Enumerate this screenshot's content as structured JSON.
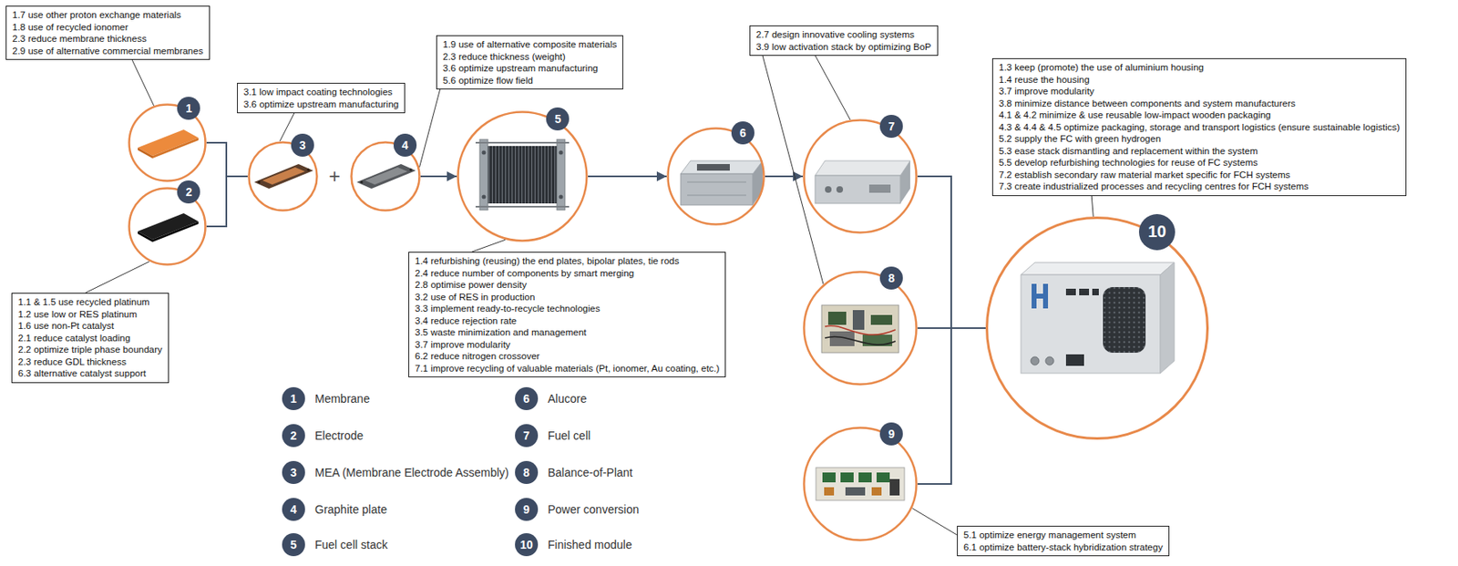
{
  "diagram": {
    "nodes": [
      {
        "text": [
          "1.7 use other proton exchange materials",
          "1.8 use of recycled ionomer",
          "2.3 reduce membrane thickness",
          "2.9 use of alternative commercial membranes"
        ]
      },
      {
        "text": [
          "1"
        ]
      },
      {
        "text": [
          "2"
        ]
      },
      {
        "text": [
          "1.1 & 1.5 use recycled platinum",
          "1.2 use low or RES platinum",
          "1.6 use non-Pt catalyst",
          "2.1 reduce catalyst loading",
          "2.2 optimize triple phase boundary",
          "2.3 reduce GDL thickness",
          "6.3 alternative catalyst support"
        ]
      },
      {
        "text": [
          "3.1 low impact coating technologies",
          "3.6 optimize upstream manufacturing"
        ]
      },
      {
        "text": [
          "3"
        ]
      },
      {
        "text": [
          "1.9 use of alternative composite materials",
          "2.3 reduce thickness (weight)",
          "3.6 optimize upstream manufacturing",
          "5.6 optimize flow field"
        ]
      },
      {
        "text": [
          "4"
        ]
      },
      {
        "text": [
          "5"
        ]
      },
      {
        "text": [
          "1.4 refurbishing (reusing) the end plates, bipolar plates, tie rods",
          "2.4 reduce number of components by smart merging",
          "2.8 optimise power density",
          "3.2 use of RES in production",
          "3.3 implement ready-to-recycle technologies",
          "3.4 reduce rejection rate",
          "3.5 waste minimization and management",
          "3.7 improve modularity",
          "6.2 reduce nitrogen crossover",
          "7.1 improve recycling of valuable materials (Pt, ionomer, Au coating, etc.)"
        ]
      },
      {
        "text": [
          "6"
        ]
      },
      {
        "text": [
          "2.7 design innovative cooling systems",
          "3.9 low activation stack by optimizing BoP"
        ]
      },
      {
        "text": [
          "7"
        ]
      },
      {
        "text": [
          "8"
        ]
      },
      {
        "text": [
          "9"
        ]
      },
      {
        "text": [
          "5.1 optimize energy management system",
          "6.1 optimize battery-stack hybridization strategy"
        ]
      },
      {
        "text": [
          "1.3 keep (promote) the use of aluminium housing",
          "1.4 reuse the housing",
          "3.7 improve modularity",
          "3.8 minimize distance between components and system manufacturers",
          "4.1 & 4.2 minimize & use reusable low-impact wooden packaging",
          "4.3 & 4.4 & 4.5 optimize packaging, storage and transport logistics (ensure sustainable logistics)",
          "5.2 supply the FC with green hydrogen",
          "5.3 ease stack dismantling and replacement within the system",
          "5.5 develop refurbishing technologies for reuse of FC systems",
          "7.2 establish secondary raw material market specific for FCH systems",
          "7.3 create industrialized processes and recycling centres for FCH systems"
        ]
      },
      {
        "text": [
          "10"
        ]
      }
    ],
    "edges": [
      {
        "from": 0,
        "to": 1,
        "arrow": "none"
      },
      {
        "from": 3,
        "to": 2,
        "arrow": "none"
      },
      {
        "from": 1,
        "to": 5,
        "arrow": "none"
      },
      {
        "from": 2,
        "to": 5,
        "arrow": "none"
      },
      {
        "from": 4,
        "to": 5,
        "arrow": "none"
      },
      {
        "from": 6,
        "to": 7,
        "arrow": "none"
      },
      {
        "from": 7,
        "to": 8,
        "arrow": "to"
      },
      {
        "from": 9,
        "to": 8,
        "arrow": "none"
      },
      {
        "from": 8,
        "to": 10,
        "arrow": "to"
      },
      {
        "from": 10,
        "to": 12,
        "arrow": "to"
      },
      {
        "from": 11,
        "to": 12,
        "arrow": "none"
      },
      {
        "from": 11,
        "to": 13,
        "arrow": "none"
      },
      {
        "from": 12,
        "to": 17,
        "arrow": "none"
      },
      {
        "from": 13,
        "to": 17,
        "arrow": "none"
      },
      {
        "from": 14,
        "to": 17,
        "arrow": "none"
      },
      {
        "from": 15,
        "to": 14,
        "arrow": "none"
      },
      {
        "from": 16,
        "to": 17,
        "arrow": "none"
      }
    ],
    "labels": [
      "+",
      "1",
      "2",
      "3",
      "4",
      "5",
      "6",
      "7",
      "8",
      "9",
      "10"
    ],
    "legend": [
      {
        "text": "Membrane",
        "color": "#3d4b63"
      },
      {
        "text": "Electrode",
        "color": "#3d4b63"
      },
      {
        "text": "MEA (Membrane Electrode Assembly)",
        "color": "#3d4b63"
      },
      {
        "text": "Graphite plate",
        "color": "#3d4b63"
      },
      {
        "text": "Fuel cell stack",
        "color": "#3d4b63"
      },
      {
        "text": "Alucore",
        "color": "#3d4b63"
      },
      {
        "text": "Fuel cell",
        "color": "#3d4b63"
      },
      {
        "text": "Balance-of-Plant",
        "color": "#3d4b63"
      },
      {
        "text": "Power conversion",
        "color": "#3d4b63"
      },
      {
        "text": "Finished module",
        "color": "#3d4b63"
      }
    ]
  }
}
